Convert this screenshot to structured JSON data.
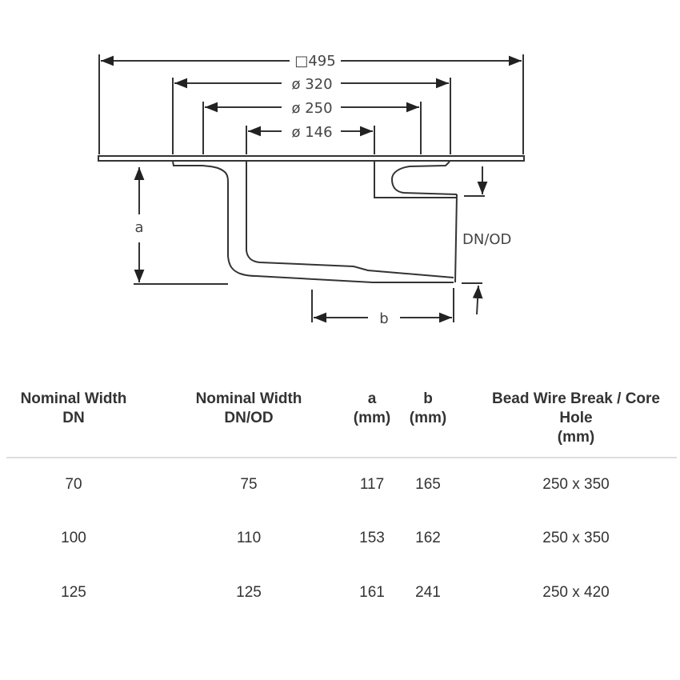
{
  "drawing": {
    "dims": {
      "outer": "□495",
      "d320": "ø 320",
      "d250": "ø 250",
      "d146": "ø 146"
    },
    "label_a": "a",
    "label_b": "b",
    "label_dnod": "DN/OD"
  },
  "table": {
    "headers": [
      [
        "Nominal Width",
        "DN"
      ],
      [
        "Nominal Width",
        "DN/OD"
      ],
      [
        "a",
        "(mm)"
      ],
      [
        "b",
        "(mm)"
      ],
      [
        "Bead Wire Break / Core",
        "Hole",
        "(mm)"
      ]
    ],
    "rows": [
      [
        "70",
        "75",
        "117",
        "165",
        "250 x 350"
      ],
      [
        "100",
        "110",
        "153",
        "162",
        "250 x 350"
      ],
      [
        "125",
        "125",
        "161",
        "241",
        "250 x 420"
      ]
    ]
  }
}
